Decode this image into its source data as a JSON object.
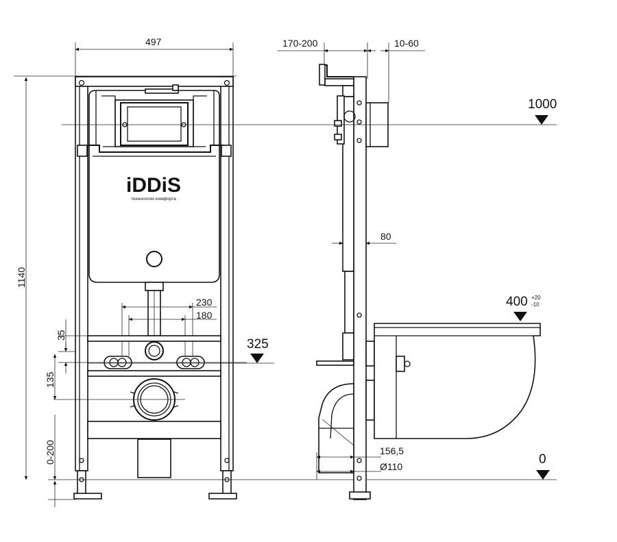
{
  "brand": {
    "logo_text": "iDDiS",
    "tagline": "технологии комфорта"
  },
  "dimensions": {
    "width_497": "497",
    "height_1140": "1140",
    "d_35": "35",
    "d_135": "135",
    "d_0_200": "0-200",
    "d_230": "230",
    "d_180": "180",
    "d_170_200": "170-200",
    "d_10_60": "10-60",
    "d_80": "80",
    "d_156_5": "156,5",
    "d_110": "Ø110"
  },
  "levels": {
    "l_1000": "1000",
    "l_325": "325",
    "l_400": "400",
    "l_400_tol_plus": "+20",
    "l_400_tol_minus": "-10",
    "l_0": "0"
  }
}
